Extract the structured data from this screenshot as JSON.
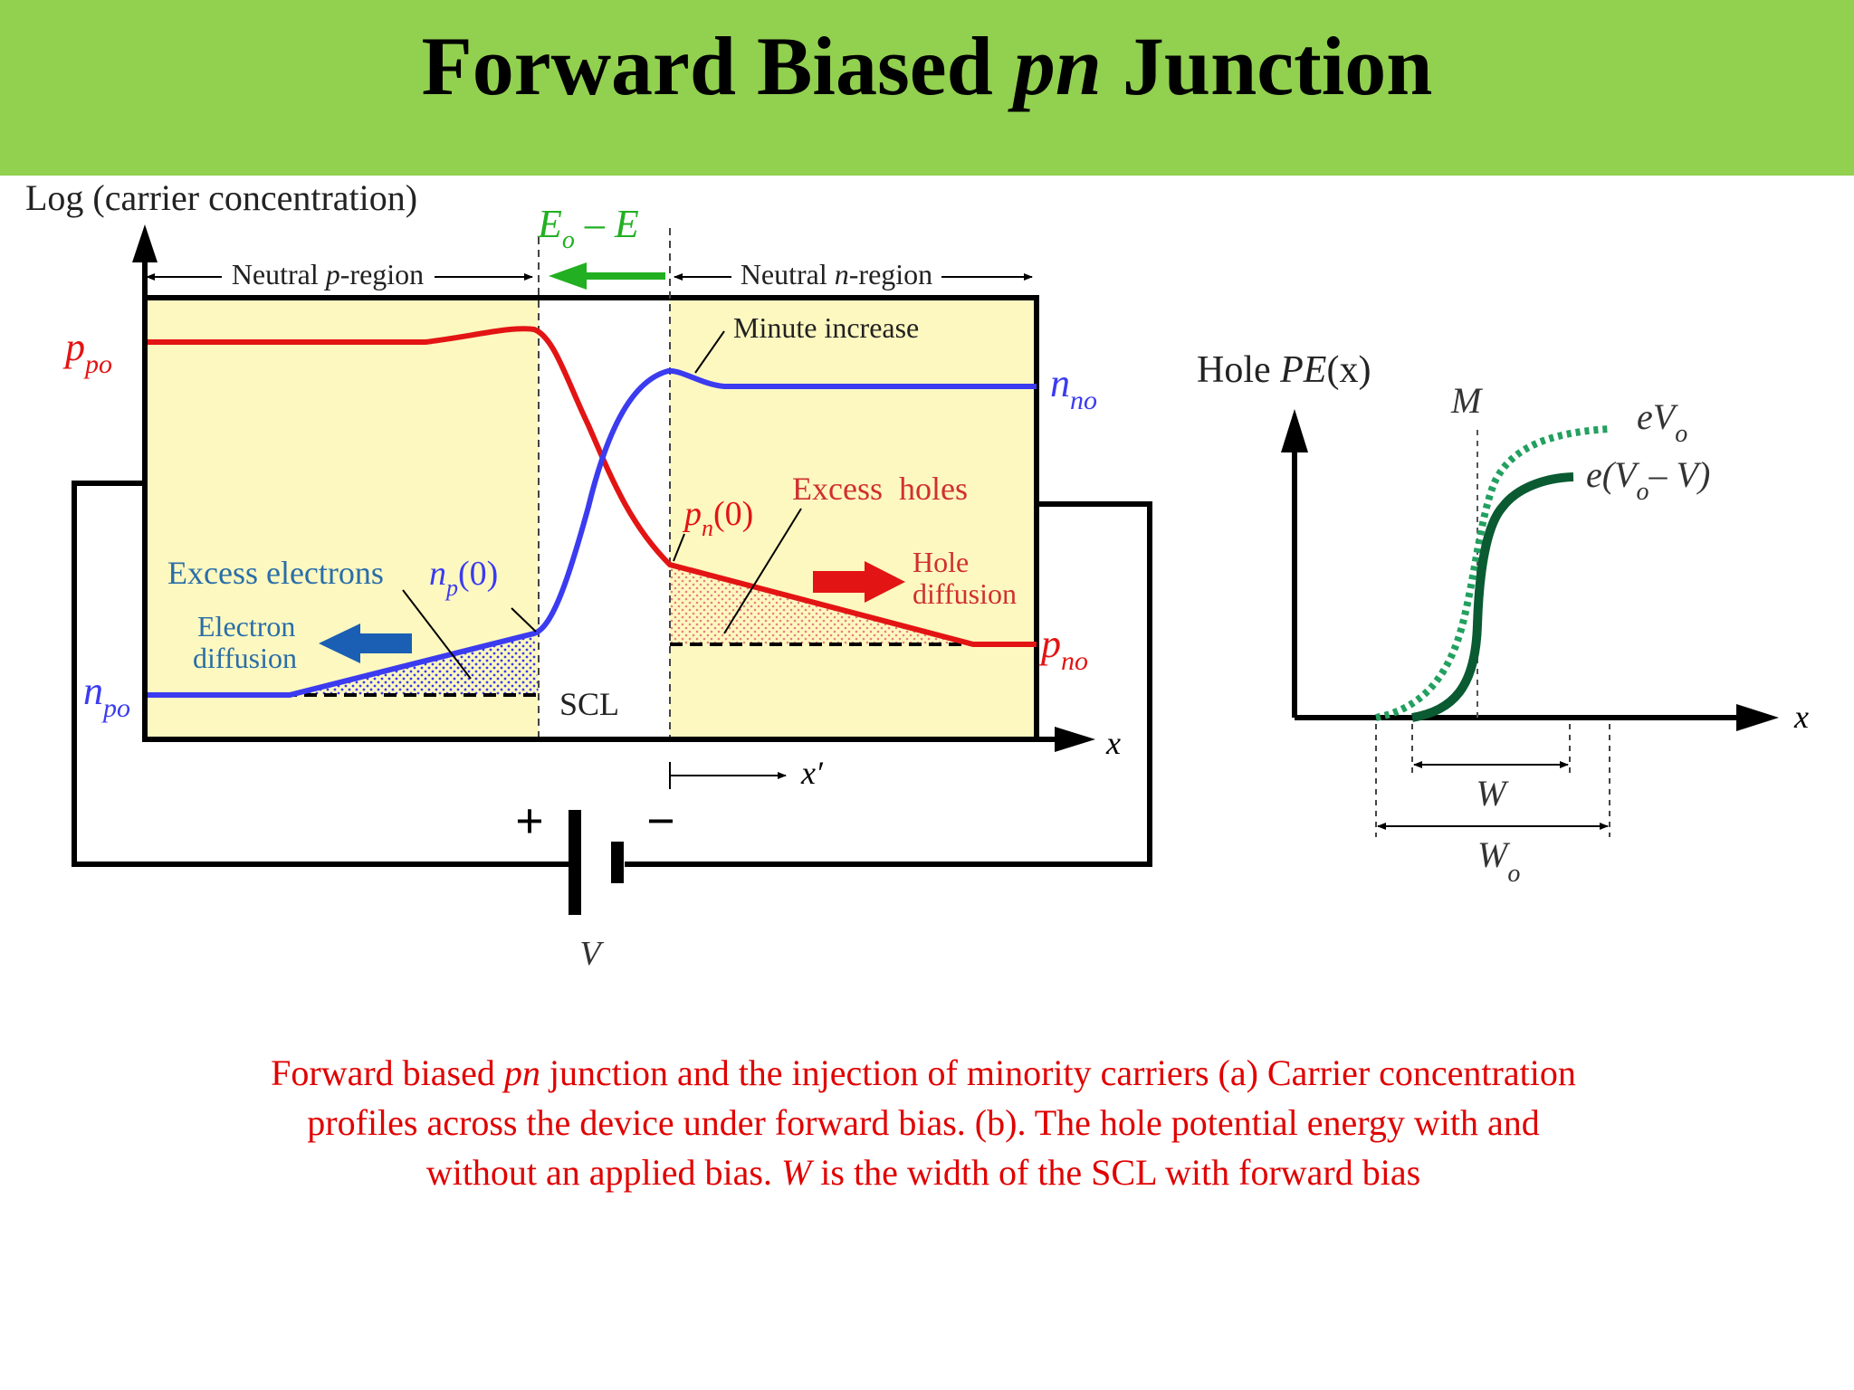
{
  "title": {
    "prefix": "Forward Biased ",
    "italic": "pn",
    "suffix": " Junction"
  },
  "panel_a": {
    "y_axis_label": "Log (carrier concentration)",
    "x_axis_label": "x",
    "x_prime_label": "x′",
    "field_label": {
      "base": "E",
      "sub": "o",
      "rest": " – E"
    },
    "neutral_p_label": {
      "pre": "Neutral ",
      "italic": "p",
      "post": "-region"
    },
    "neutral_n_label": {
      "pre": "Neutral ",
      "italic": "n",
      "post": "-region"
    },
    "minute_increase": "Minute increase",
    "ppo": {
      "base": "p",
      "sub": "po"
    },
    "nno": {
      "base": "n",
      "sub": "no"
    },
    "npo": {
      "base": "n",
      "sub": "po"
    },
    "pno": {
      "base": "p",
      "sub": "no"
    },
    "np0": {
      "base": "n",
      "sub": "p",
      "rest": "(0)"
    },
    "pn0": {
      "base": "p",
      "sub": "n",
      "rest": "(0)"
    },
    "excess_holes": "Excess  holes",
    "excess_electrons": "Excess electrons",
    "hole_diffusion": [
      "Hole",
      "diffusion"
    ],
    "electron_diffusion": [
      "Electron",
      "diffusion"
    ],
    "scl": "SCL",
    "battery_plus": "+",
    "battery_minus": "−",
    "battery_label": "V",
    "colors": {
      "holes": "#e31414",
      "electrons": "#3b3bf0",
      "region_fill": "#fdf8c0",
      "field": "#22b022",
      "electron_label": "#2a6ea8",
      "hole_label": "#d03030"
    }
  },
  "panel_b": {
    "y_label": {
      "pre": "Hole ",
      "italic": "PE",
      "post": "(x)"
    },
    "x_label": "x",
    "m_label": "M",
    "ev0": {
      "base": "eV",
      "sub": "o"
    },
    "ev0v": {
      "pre": "e(V",
      "sub": "o",
      "post": "– V)"
    },
    "w_label": "W",
    "w0_label": {
      "base": "W",
      "sub": "o"
    },
    "colors": {
      "biased": "#0a5a32",
      "unbiased": "#22a060"
    }
  },
  "caption": {
    "line1_pre": "Forward biased ",
    "line1_italic": "pn",
    "line1_post": " junction and the injection of minority carriers (a) Carrier concentration",
    "line2": "profiles across the device under forward bias. (b). The hole potential energy with and",
    "line3_pre": "without an applied bias. ",
    "line3_italic": "W",
    "line3_post": " is the width of the SCL with forward bias"
  }
}
